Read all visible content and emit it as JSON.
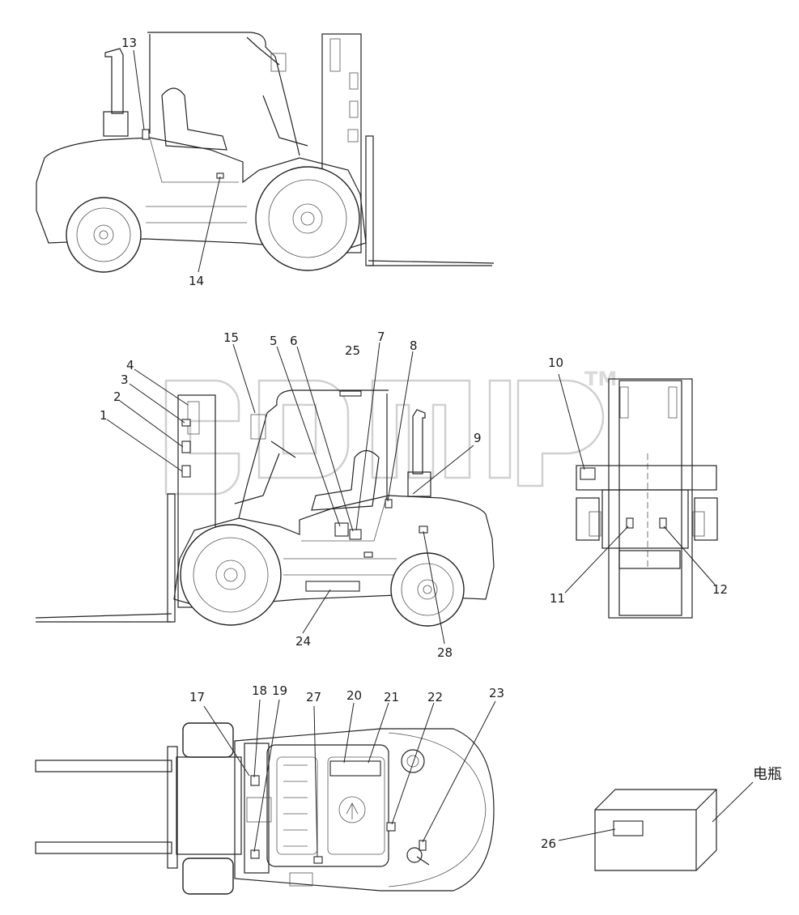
{
  "callouts": [
    {
      "id": "1",
      "text": "1"
    },
    {
      "id": "2",
      "text": "2"
    },
    {
      "id": "3",
      "text": "3"
    },
    {
      "id": "4",
      "text": "4"
    },
    {
      "id": "5",
      "text": "5"
    },
    {
      "id": "6",
      "text": "6"
    },
    {
      "id": "7",
      "text": "7"
    },
    {
      "id": "8",
      "text": "8"
    },
    {
      "id": "9",
      "text": "9"
    },
    {
      "id": "10",
      "text": "10"
    },
    {
      "id": "11",
      "text": "11"
    },
    {
      "id": "12",
      "text": "12"
    },
    {
      "id": "13",
      "text": "13"
    },
    {
      "id": "14",
      "text": "14"
    },
    {
      "id": "15",
      "text": "15"
    },
    {
      "id": "17",
      "text": "17"
    },
    {
      "id": "18",
      "text": "18"
    },
    {
      "id": "19",
      "text": "19"
    },
    {
      "id": "20",
      "text": "20"
    },
    {
      "id": "21",
      "text": "21"
    },
    {
      "id": "22",
      "text": "22"
    },
    {
      "id": "23",
      "text": "23"
    },
    {
      "id": "24",
      "text": "24"
    },
    {
      "id": "25",
      "text": "25"
    },
    {
      "id": "26",
      "text": "26"
    },
    {
      "id": "27",
      "text": "27"
    },
    {
      "id": "28",
      "text": "28"
    }
  ],
  "battery_label": "电瓶",
  "watermark_mark": "TM"
}
